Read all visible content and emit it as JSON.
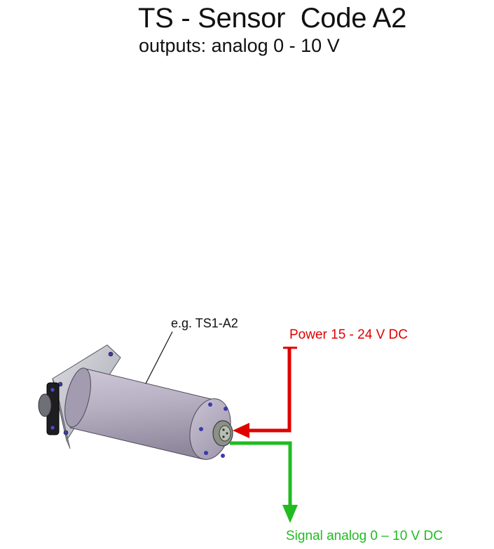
{
  "header": {
    "title": "TS - Sensor  Code A2",
    "subtitle": "outputs: analog 0 - 10 V"
  },
  "callouts": {
    "example": "e.g. TS1-A2",
    "power": "Power 15 - 24 V DC",
    "signal": "Signal analog 0 – 10 V DC"
  },
  "colors": {
    "power": "#e00000",
    "signal": "#22bb22",
    "body": "#b4adc0",
    "flange": "#c9c9cf",
    "screws": "#3a3ab0"
  }
}
